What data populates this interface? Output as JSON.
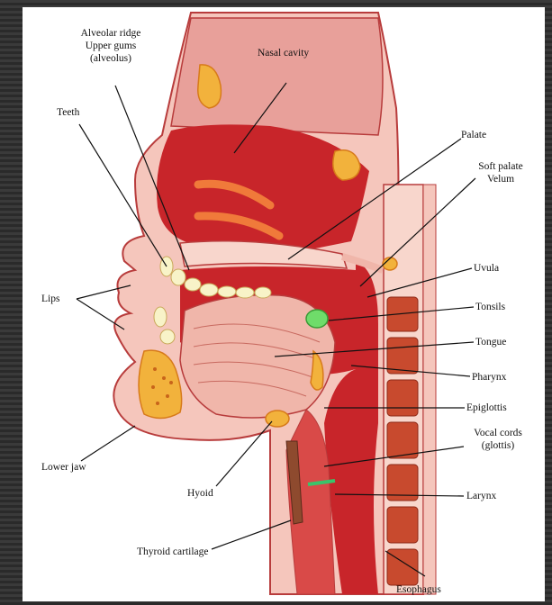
{
  "labels": {
    "alveolar_1": "Alveolar ridge",
    "alveolar_2": "Upper gums",
    "alveolar_3": "(alveolus)",
    "nasal_cavity": "Nasal cavity",
    "teeth": "Teeth",
    "palate": "Palate",
    "soft_palate_1": "Soft palate",
    "soft_palate_2": "Velum",
    "lips": "Lips",
    "uvula": "Uvula",
    "tonsils": "Tonsils",
    "tongue": "Tongue",
    "pharynx": "Pharynx",
    "epiglottis": "Epiglottis",
    "vocal_cords_1": "Vocal cords",
    "vocal_cords_2": "(glottis)",
    "lower_jaw": "Lower jaw",
    "hyoid": "Hyoid",
    "larynx": "Larynx",
    "thyroid": "Thyroid cartilage",
    "esophagus": "Esophagus"
  },
  "colors": {
    "skin": "#f5c6bc",
    "tissue": "#e8847a",
    "cavity": "#c8252a",
    "bone": "#f2b23c",
    "teeth": "#f8f3c8",
    "tonsil": "#6fdc6a",
    "vertebra": "#c84a2e"
  }
}
